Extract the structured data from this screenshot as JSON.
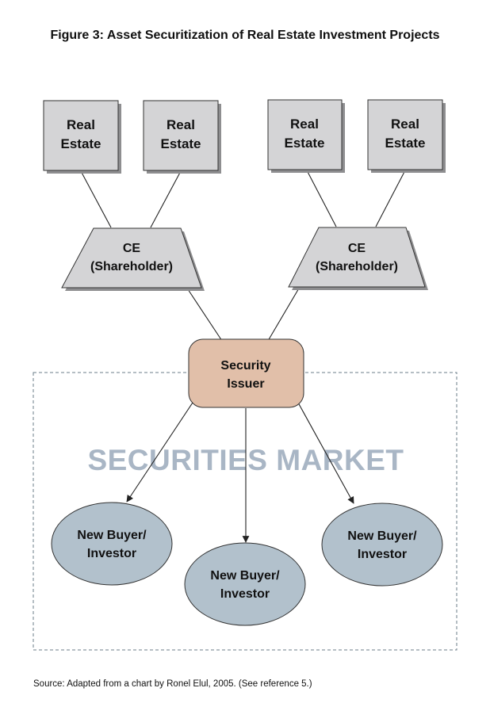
{
  "title": "Figure 3:  Asset Securitization of Real Estate Investment Projects",
  "real_estate_boxes": [
    {
      "line1": "Real",
      "line2": "Estate"
    },
    {
      "line1": "Real",
      "line2": "Estate"
    },
    {
      "line1": "Real",
      "line2": "Estate"
    },
    {
      "line1": "Real",
      "line2": "Estate"
    }
  ],
  "ce_nodes": [
    {
      "line1": "CE",
      "line2": "(Shareholder)"
    },
    {
      "line1": "CE",
      "line2": "(Shareholder)"
    }
  ],
  "issuer": {
    "line1": "Security",
    "line2": "Issuer"
  },
  "market_label": "SECURITIES MARKET",
  "buyers": [
    {
      "line1": "New Buyer/",
      "line2": "Investor"
    },
    {
      "line1": "New Buyer/",
      "line2": "Investor"
    },
    {
      "line1": "New Buyer/",
      "line2": "Investor"
    }
  ],
  "source": "Source: Adapted from a chart by Ronel Elul, 2005.  (See reference 5.)",
  "colors": {
    "box_fill": "#d4d4d6",
    "box_shadow": "#8e8e90",
    "issuer_fill": "#e1bfa9",
    "buyer_fill": "#b2c1cc",
    "market_text": "#a9b6c5",
    "dashed_border": "#6b7d8a"
  }
}
